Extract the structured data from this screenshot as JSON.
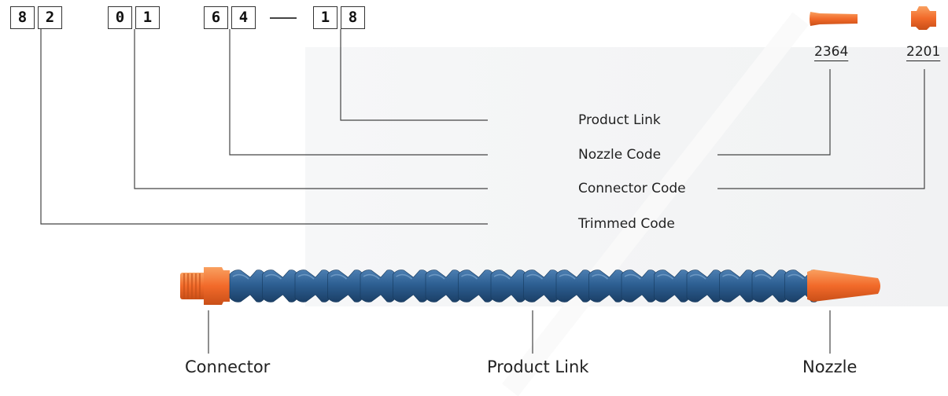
{
  "part_number": {
    "digits": [
      "8",
      "2",
      "0",
      "1",
      "6",
      "4",
      "1",
      "8"
    ]
  },
  "legend": {
    "product_link": "Product Link",
    "nozzle_code": "Nozzle Code",
    "connector_code": "Connector Code",
    "trimmed_code": "Trimmed Code"
  },
  "nozzle_options": {
    "code_a": "2364",
    "code_b": "2201"
  },
  "hose_parts": {
    "connector": "Connector",
    "product_link": "Product Link",
    "nozzle": "Nozzle"
  },
  "colors": {
    "connector_orange": "#f0742a",
    "link_blue": "#2d5f92",
    "link_blue_dark": "#1e4670",
    "nozzle_orange": "#f26a2a"
  }
}
